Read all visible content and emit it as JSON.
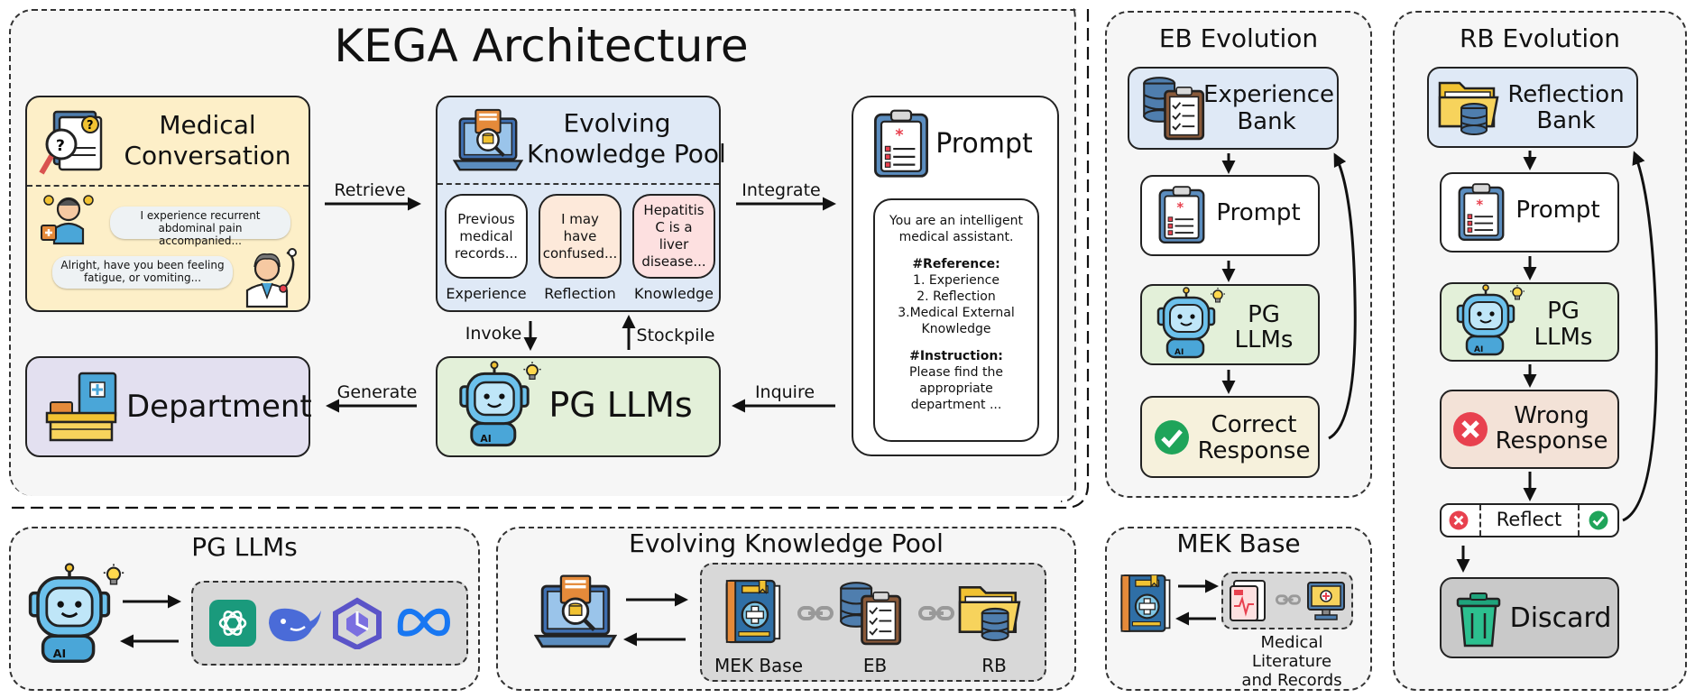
{
  "colors": {
    "panel_bg": "#f6f6f6",
    "conversation_bg": "#fdefc8",
    "pool_bg": "#dfe9f6",
    "department_bg": "#e3e0f0",
    "llm_bg": "#e3f0d9",
    "correct_bg": "#f6f1dc",
    "wrong_bg": "#f3e2d7",
    "discard_bg": "#c9c9c9",
    "experience_card_bg": "#ffffff",
    "reflection_card_bg": "#fde9da",
    "knowledge_card_bg": "#fde0e0",
    "chatgpt_green": "#1a9a7c",
    "deepseek_blue": "#4a6bd8",
    "meta_blue": "#1877f2",
    "correct_green": "#1fa45a",
    "wrong_red": "#e8414f"
  },
  "kega": {
    "title": "KEGA Architecture",
    "conversation": {
      "title_line1": "Medical",
      "title_line2": "Conversation",
      "patient_msg": "I experience recurrent abdominal pain accompanied...",
      "doctor_msg": "Alright, have you been feeling fatigue, or vomiting..."
    },
    "pool": {
      "title_line1": "Evolving",
      "title_line2": "Knowledge Pool",
      "cards": [
        {
          "text": "Previous medical records...",
          "label": "Experience"
        },
        {
          "text": "I may have confused...",
          "label": "Reflection"
        },
        {
          "text": "Hepatitis C is a liver disease...",
          "label": "Knowledge"
        }
      ]
    },
    "prompt": {
      "title": "Prompt",
      "intro": "You are an intelligent medical assistant.",
      "reference_heading": "#Reference:",
      "reference_items": [
        "1. Experience",
        "2. Reflection",
        "3.Medical External Knowledge"
      ],
      "instruction_heading": "#Instruction:",
      "instruction_text": "Please find the appropriate department ..."
    },
    "department": {
      "title": "Department"
    },
    "llm": {
      "title": "PG LLMs"
    },
    "arrows": {
      "retrieve": "Retrieve",
      "integrate": "Integrate",
      "invoke": "Invoke",
      "stockpile": "Stockpile",
      "generate": "Generate",
      "inquire": "Inquire"
    }
  },
  "eb_evolution": {
    "title": "EB Evolution",
    "bank_line1": "Experience",
    "bank_line2": "Bank",
    "prompt": "Prompt",
    "llm_line1": "PG",
    "llm_line2": "LLMs",
    "response_line1": "Correct",
    "response_line2": "Response"
  },
  "rb_evolution": {
    "title": "RB Evolution",
    "bank_line1": "Reflection",
    "bank_line2": "Bank",
    "prompt": "Prompt",
    "llm_line1": "PG",
    "llm_line2": "LLMs",
    "response_line1": "Wrong",
    "response_line2": "Response",
    "reflect": "Reflect",
    "discard": "Discard"
  },
  "pg_llms_panel": {
    "title": "PG LLMs"
  },
  "pool_panel": {
    "title": "Evolving Knowledge Pool",
    "items": [
      "MEK Base",
      "EB",
      "RB"
    ]
  },
  "mek_panel": {
    "title": "MEK Base",
    "caption_line1": "Medical",
    "caption_line2": "Literature",
    "caption_line3": "and Records"
  }
}
